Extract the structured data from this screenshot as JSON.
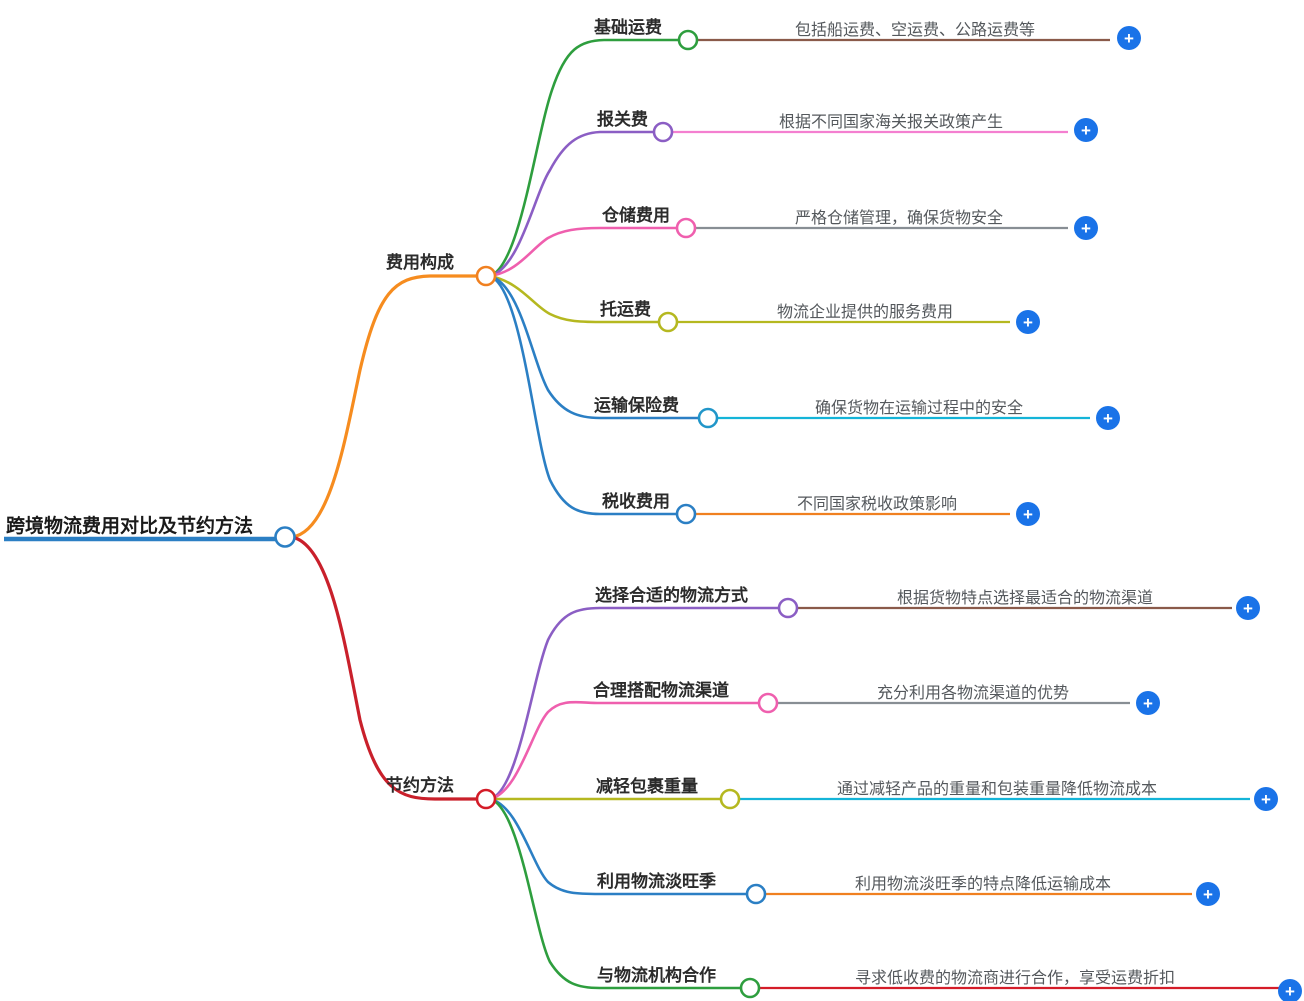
{
  "mindmap": {
    "root": {
      "label": "跨境物流费用对比及节约方法",
      "node_color": "#2b7fc4",
      "underline_color": "#2b7fc4"
    },
    "expand_icon": {
      "name": "plus-icon",
      "glyph": "+",
      "fill": "#1a73e8",
      "glyph_color": "#ffffff"
    },
    "branches": [
      {
        "label": "费用构成",
        "node_color": "#f08020",
        "trunk_color": "#f68c1f",
        "children": [
          {
            "label": "基础运费",
            "node_color": "#2e9e3e",
            "branch_color": "#2e9e3e",
            "line_color": "#8a5a4a",
            "description": "包括船运费、空运费、公路运费等"
          },
          {
            "label": "报关费",
            "node_color": "#8b5ec4",
            "branch_color": "#8b5ec4",
            "line_color": "#f47fd0",
            "description": "根据不同国家海关报关政策产生"
          },
          {
            "label": "仓储费用",
            "node_color": "#ef5fae",
            "branch_color": "#ef5fae",
            "line_color": "#888e94",
            "description": "严格仓储管理，确保货物安全"
          },
          {
            "label": "托运费",
            "node_color": "#b5b820",
            "branch_color": "#b5b820",
            "line_color": "#b5b820",
            "description": "物流企业提供的服务费用"
          },
          {
            "label": "运输保险费",
            "node_color": "#2196c9",
            "branch_color": "#2b7fc4",
            "line_color": "#14b4d8",
            "description": "确保货物在运输过程中的安全"
          },
          {
            "label": "税收费用",
            "node_color": "#2b7fc4",
            "branch_color": "#2b7fc4",
            "line_color": "#f08020",
            "description": "不同国家税收政策影响"
          }
        ]
      },
      {
        "label": "节约方法",
        "node_color": "#d41c28",
        "trunk_color": "#c9202b",
        "children": [
          {
            "label": "选择合适的物流方式",
            "node_color": "#8b5ec4",
            "branch_color": "#8b5ec4",
            "line_color": "#8a5a4a",
            "description": "根据货物特点选择最适合的物流渠道"
          },
          {
            "label": "合理搭配物流渠道",
            "node_color": "#ef5fae",
            "branch_color": "#ef5fae",
            "line_color": "#888e94",
            "description": "充分利用各物流渠道的优势"
          },
          {
            "label": "减轻包裹重量",
            "node_color": "#b5b820",
            "branch_color": "#b5b820",
            "line_color": "#14b4d8",
            "description": "通过减轻产品的重量和包装重量降低物流成本"
          },
          {
            "label": "利用物流淡旺季",
            "node_color": "#2b7fc4",
            "branch_color": "#2b7fc4",
            "line_color": "#f08020",
            "description": "利用物流淡旺季的特点降低运输成本"
          },
          {
            "label": "与物流机构合作",
            "node_color": "#2e9e3e",
            "branch_color": "#2e9e3e",
            "line_color": "#d41c28",
            "description": "寻求低收费的物流商进行合作，享受运费折扣"
          }
        ]
      }
    ]
  }
}
